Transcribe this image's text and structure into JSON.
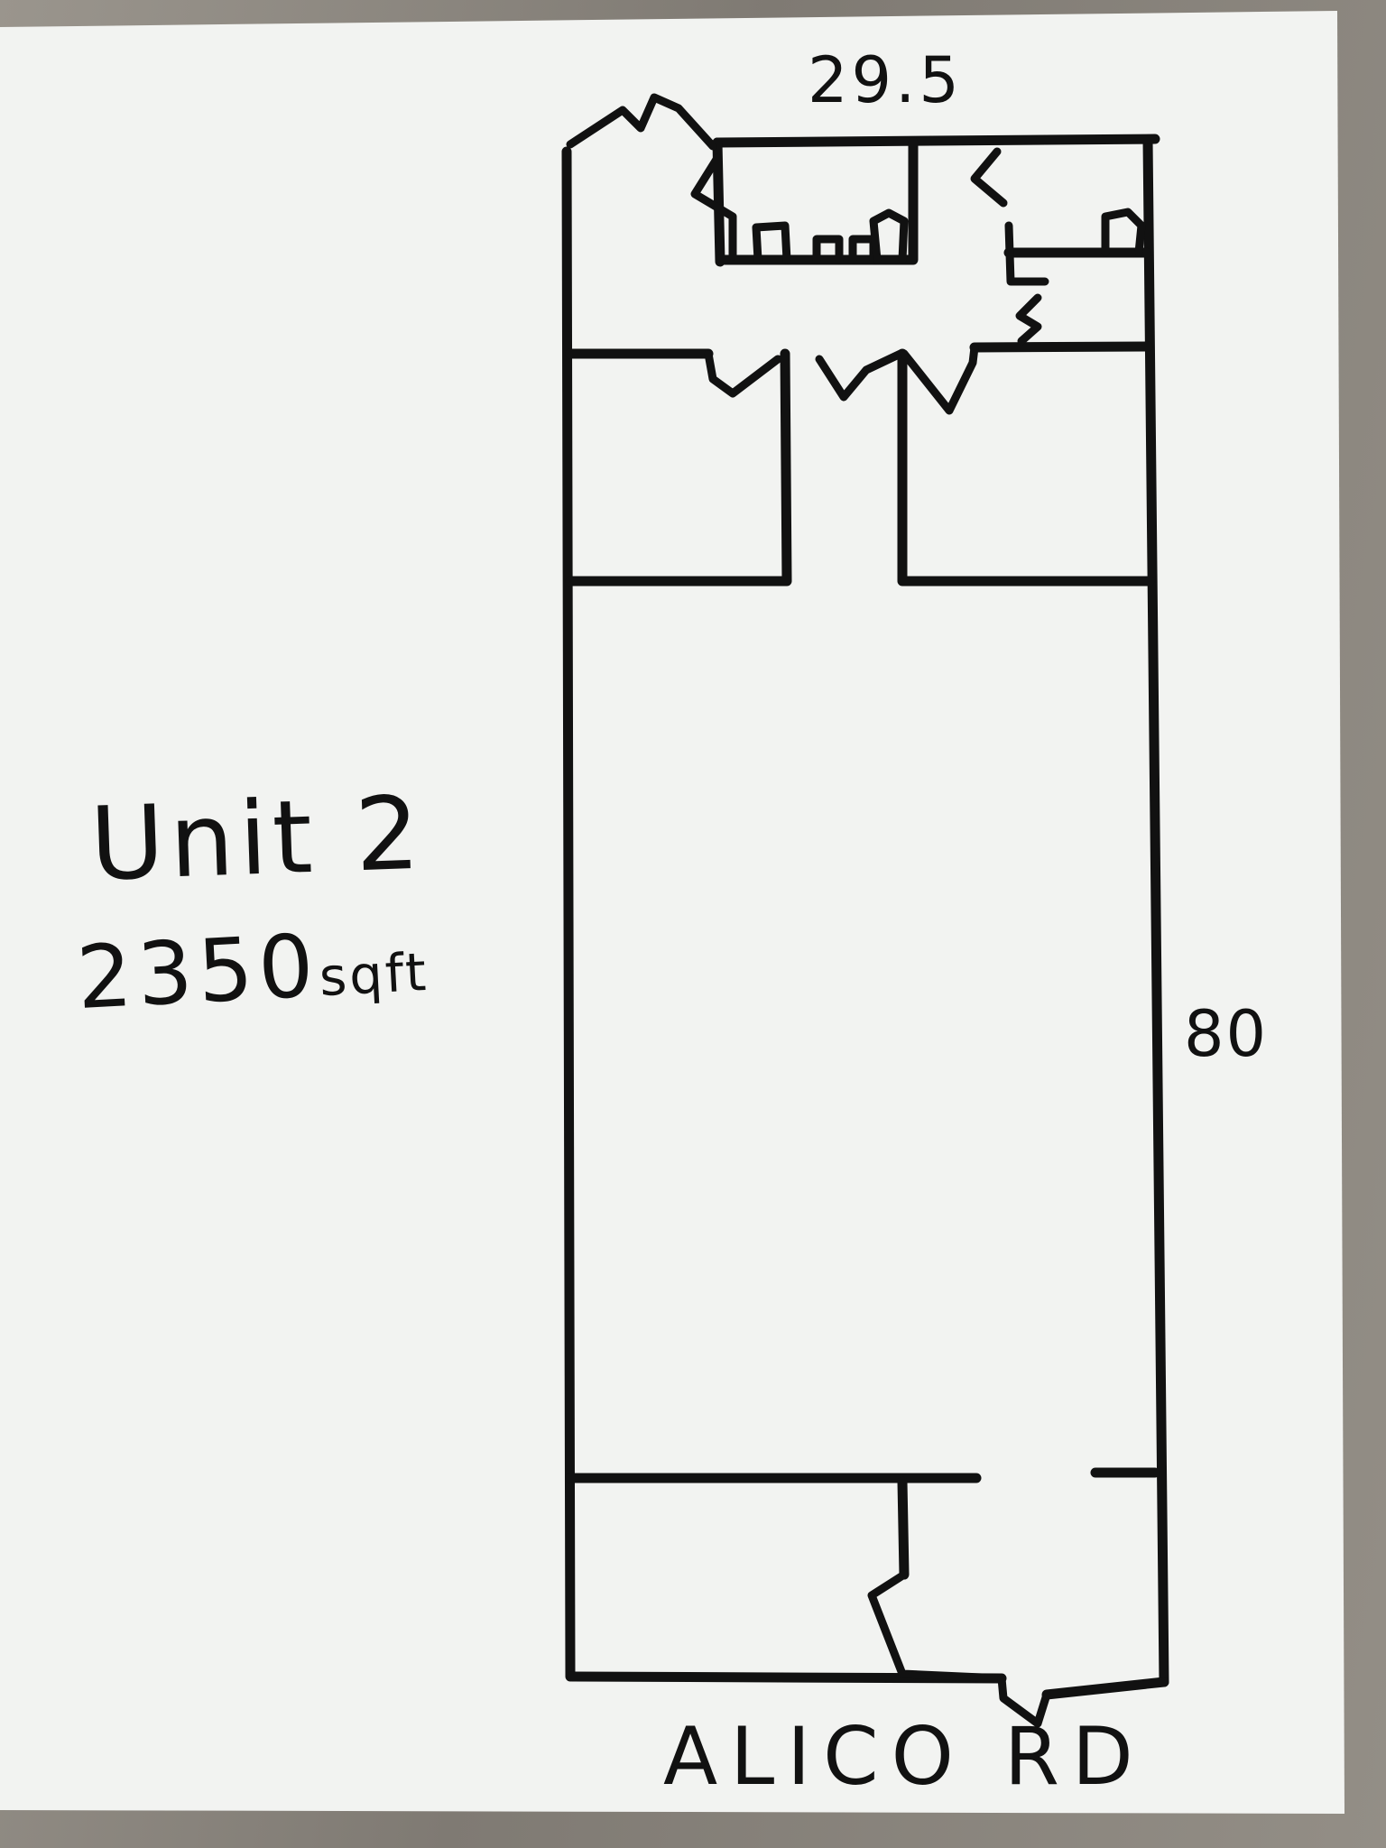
{
  "labels": {
    "unit": "Unit 2",
    "area_value": "2350",
    "area_unit": "sqft",
    "width": "29.5",
    "length": "80",
    "road": "ALICO RD"
  },
  "colors": {
    "paper": "#f2f3f1",
    "ink": "#111111",
    "table": "#8f8a82"
  }
}
